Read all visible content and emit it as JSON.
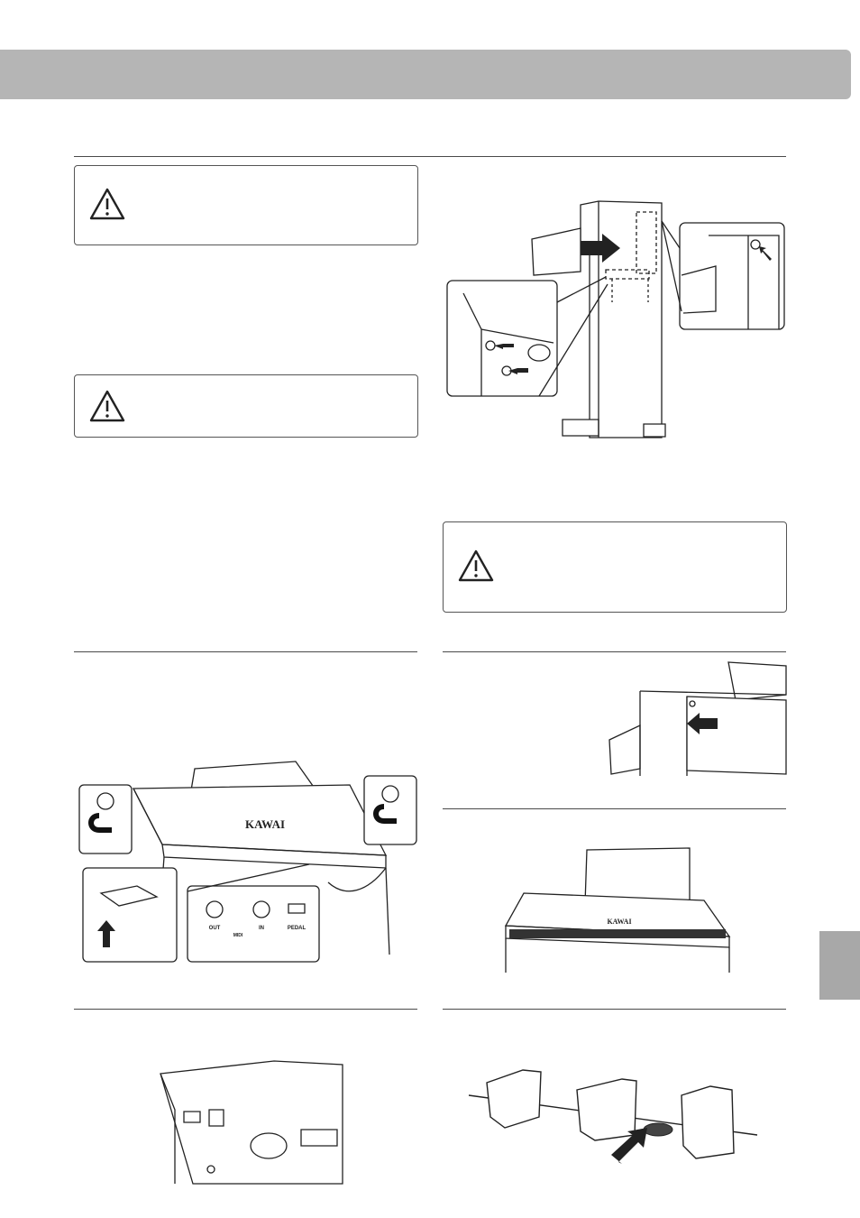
{
  "illustrations": {
    "piano_brand": "KAWAI",
    "midi_label": "MIDI",
    "midi_out": "OUT",
    "midi_in": "IN",
    "pedal_label": "PEDAL"
  },
  "icons": {
    "warning": "warning-triangle-icon",
    "arrow": "arrow-icon"
  },
  "colors": {
    "header_bar": "#b5b5b5",
    "side_tab": "#a8a8a8",
    "line": "#222222"
  }
}
